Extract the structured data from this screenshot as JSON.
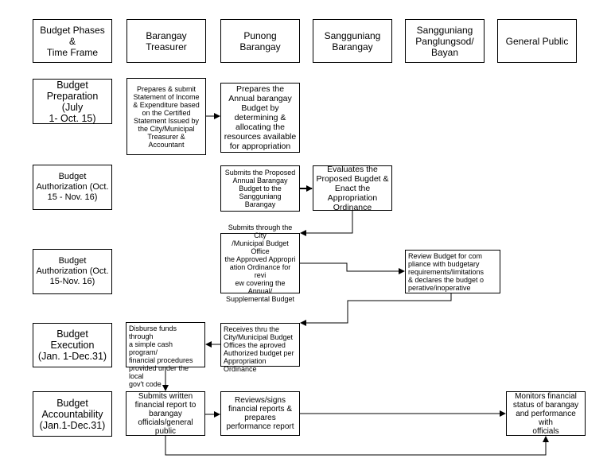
{
  "headers": {
    "phases": "Budget Phases &\nTime Frame",
    "treasurer": "Barangay\nTreasurer",
    "punong": "Punong Barangay",
    "sangguniang": "Sangguniang\nBarangay",
    "panlungsod": "Sangguniang\nPanglungsod/\nBayan",
    "public": "General Public"
  },
  "phases": {
    "preparation": "Budget\nPreparation (July\n1- Oct. 15)",
    "authorization1": "Budget\nAuthorization (Oct.\n15 - Nov. 16)",
    "authorization2": "Budget\nAuthorization (Oct.\n15-Nov. 16)",
    "execution": "Budget Execution\n(Jan. 1-Dec.31)",
    "accountability": "Budget\nAccountability\n(Jan.1-Dec.31)"
  },
  "activities": {
    "prepares_submit": "Prepares & submit\nStatement of Income\n& Expenditure based\non the Certified\nStatement Issued by\nthe City/Municipal\nTreasurer &\nAccountant",
    "prepares_annual": "Prepares the\nAnnual barangay\nBudget by\ndetermining &\nallocating the\nresources available\nfor appropriation",
    "submits_proposed": "Submits the Proposed\nAnnual Barangay\nBudget to the\nSangguniang\nBarangay",
    "evaluates": "Evaluates the\nProposed Bugdet &\nEnact the\nAppropriation\nOrdinance",
    "submits_through": "Submits through the City\n/Municipal Budget Office\nthe Approved Appropri\nation Ordinance for revi\new covering the Annual/\nSupplemental Budget",
    "review_budget": "Review Budget for com\npliance with budgetary\nrequirements/limitations\n& declares the budget o\nperative/inoperative",
    "receives": "Receives thru the\nCity/Municipal Budget\nOffices the aproved\nAuthorized budget per\nAppropriation Ordinance",
    "disburse": "Disburse funds through\na simple cash program/\nfinancial procedures\nprovided under the local\ngov't code",
    "submits_written": "Submits written\nfinancial report to\nbarangay\nofficials/general public",
    "reviews_signs": "Reviews/signs\nfinancial reports &\nprepares\nperformance report",
    "monitors": "Monitors financial\nstatus of barangay\nand performance with\nofficials"
  }
}
